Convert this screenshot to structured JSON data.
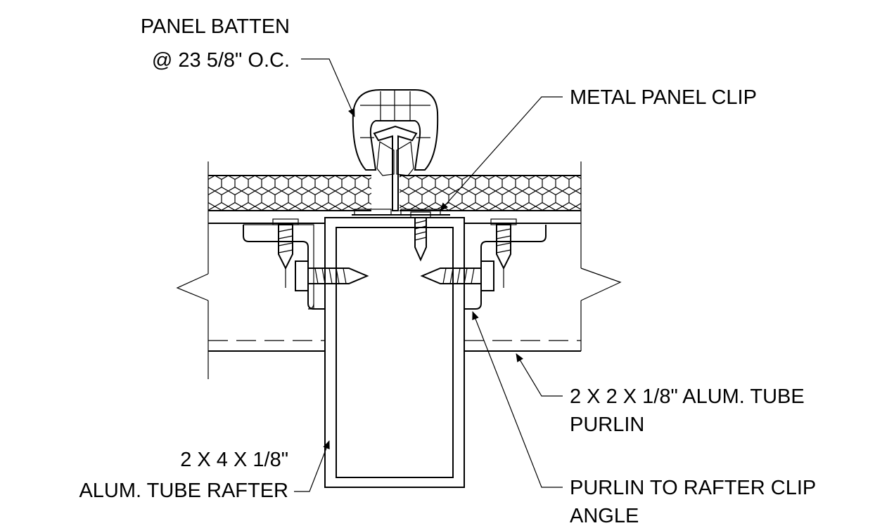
{
  "labels": {
    "batten_line1": "PANEL BATTEN",
    "batten_line2": "@ 23 5/8\" O.C.",
    "clip": "METAL PANEL CLIP",
    "purlin_line1": "2 X 2 X 1/8\" ALUM. TUBE",
    "purlin_line2": "PURLIN",
    "rafter_line1": "2 X 4 X 1/8\"",
    "rafter_line2": "ALUM. TUBE RAFTER",
    "angle_line1": "PURLIN TO RAFTER CLIP",
    "angle_line2": "ANGLE"
  }
}
